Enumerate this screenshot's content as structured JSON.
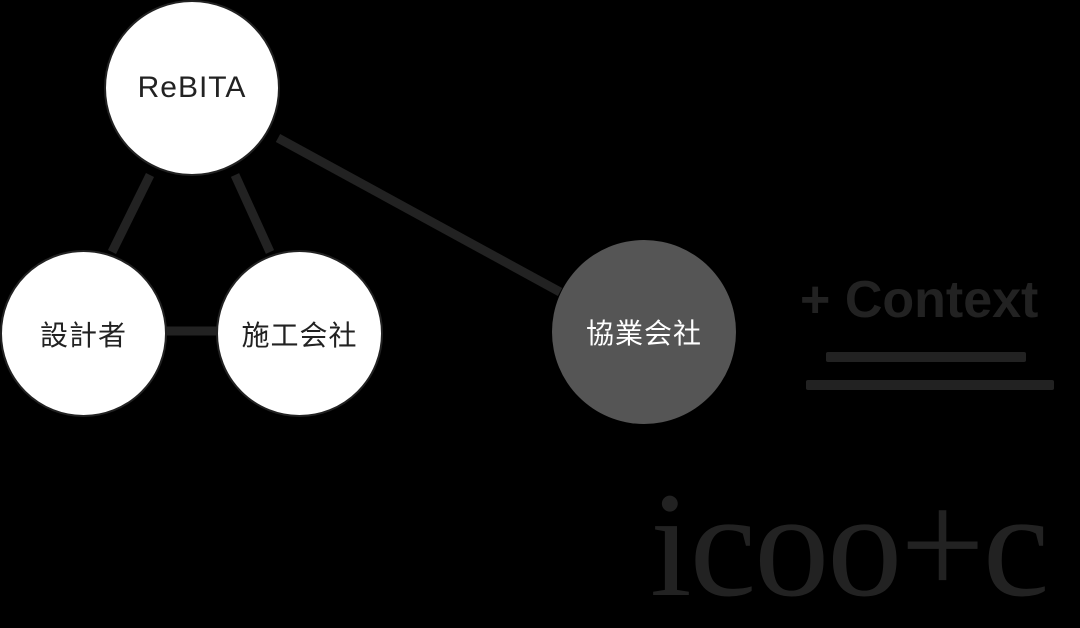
{
  "diagram": {
    "nodes": [
      {
        "id": "rebita",
        "label": "ReBITA",
        "style": "white"
      },
      {
        "id": "designer",
        "label": "設計者",
        "style": "white"
      },
      {
        "id": "contractor",
        "label": "施工会社",
        "style": "white"
      },
      {
        "id": "partner",
        "label": "協業会社",
        "style": "gray"
      }
    ],
    "edges": [
      [
        "rebita",
        "designer"
      ],
      [
        "rebita",
        "contractor"
      ],
      [
        "designer",
        "contractor"
      ],
      [
        "rebita",
        "partner"
      ]
    ],
    "colors": {
      "background": "#000000",
      "node_fill": "#ffffff",
      "partner_fill": "#555555",
      "line": "#222222"
    }
  },
  "context": {
    "title": "+ Context",
    "subtitle_lines": [
      "(illegible)",
      "(illegible)"
    ]
  },
  "logo": {
    "text": "icoo+c"
  }
}
